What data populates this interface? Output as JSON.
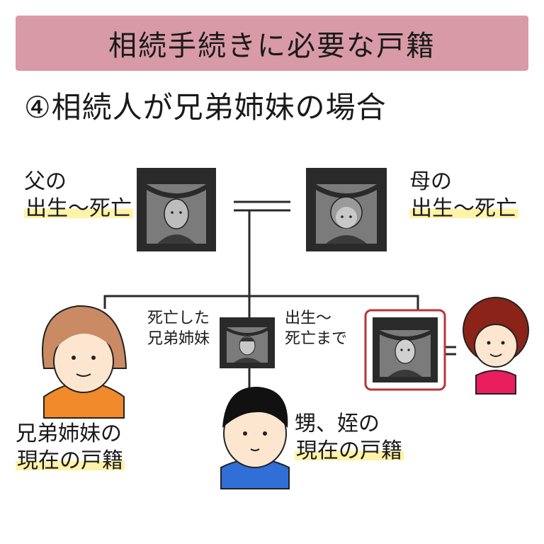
{
  "header": {
    "title": "相続手続きに必要な戸籍"
  },
  "subtitle": "④相続人が兄弟姉妹の場合",
  "father": {
    "line1": "父の",
    "line2": "出生～死亡"
  },
  "mother": {
    "line1": "母の",
    "line2": "出生～死亡"
  },
  "deceased_sibling": {
    "line1": "死亡した",
    "line2": "兄弟姉妹"
  },
  "birth_to_death": {
    "line1": "出生～",
    "line2": "死亡まで"
  },
  "siblings_current": {
    "line1": "兄弟姉妹の",
    "line2": "現在の戸籍"
  },
  "nephews_current": {
    "line1": "甥、姪の",
    "line2": "現在の戸籍"
  },
  "colors": {
    "banner": "#d89aa6",
    "highlight": "#fff3a8",
    "frame": "#2a2a2a",
    "decedent_border": "#b8343a",
    "sister_hair": "#c98a64",
    "sister_shirt": "#f08a2a",
    "nephew_shirt": "#2f6fd6",
    "aunt_hair": "#8a2418",
    "aunt_shirt": "#e81e5e",
    "skin": "#fde6cf"
  }
}
